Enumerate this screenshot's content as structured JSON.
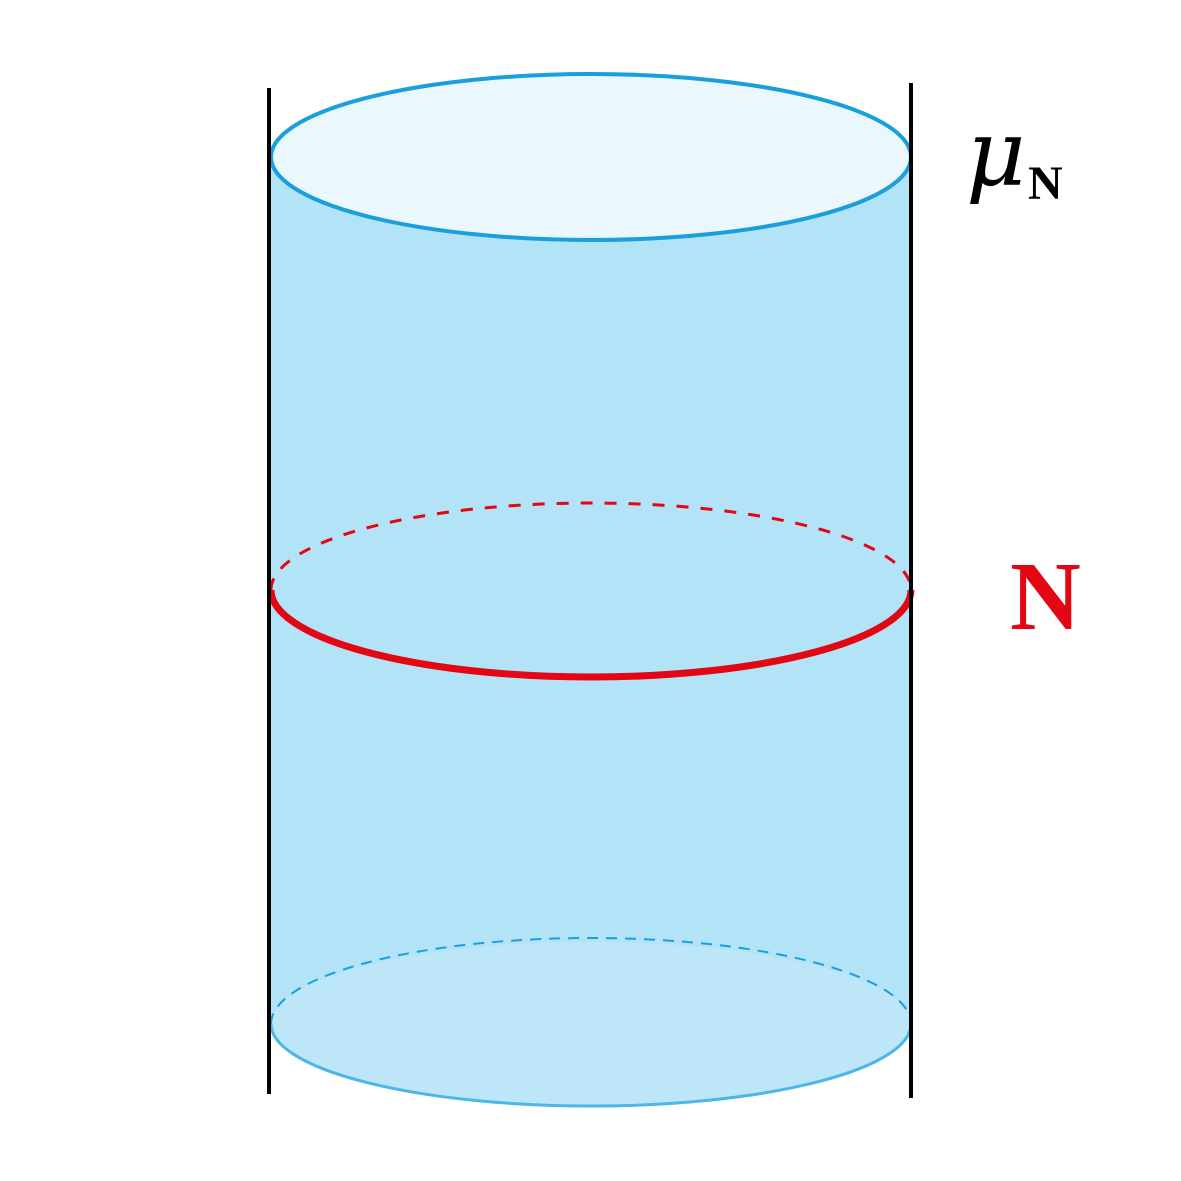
{
  "labels": {
    "mu_symbol": "μ",
    "mu_subscript": "N",
    "slice_label": "N"
  },
  "colors": {
    "body_fill": "#b3e3f7",
    "top_fill": "#eaf7fd",
    "bottom_fill": "#bde6f8",
    "rim_stroke": "#1a9fdc",
    "slice_stroke": "#e30613",
    "axis_lines": "#000000",
    "mu_label": "#000000",
    "n_label": "#e30613"
  }
}
